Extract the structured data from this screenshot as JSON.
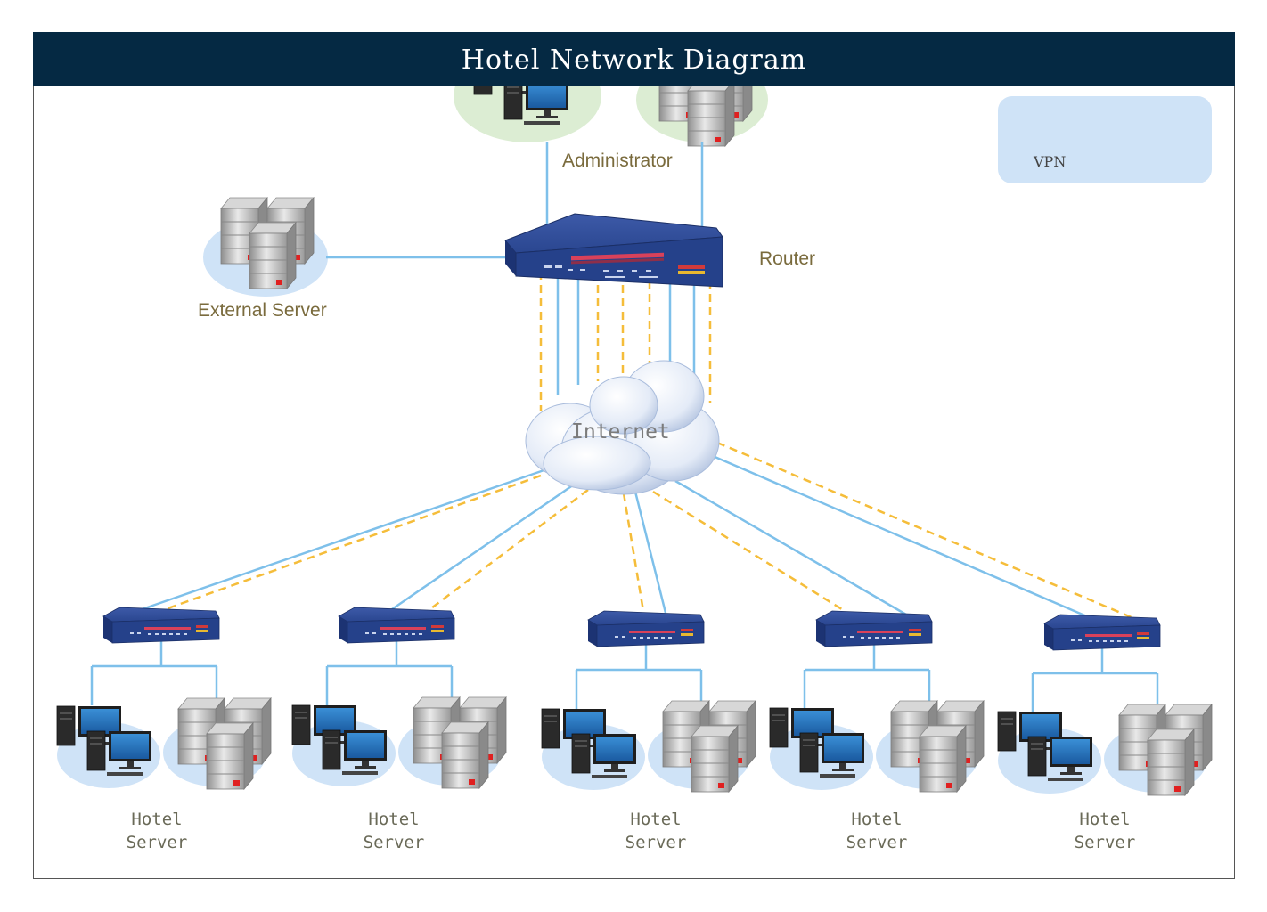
{
  "title": "Hotel Network Diagram",
  "labels": {
    "administrator": "Administrator",
    "router": "Router",
    "external_server": "External Server",
    "internet": "Internet"
  },
  "legend": {
    "solid_label": "",
    "dashed_label": "VPN"
  },
  "branches": [
    {
      "line1": "Hotel",
      "line2": "Server"
    },
    {
      "line1": "Hotel",
      "line2": "Server"
    },
    {
      "line1": "Hotel",
      "line2": "Server"
    },
    {
      "line1": "Hotel",
      "line2": "Server"
    },
    {
      "line1": "Hotel",
      "line2": "Server"
    }
  ],
  "colors": {
    "title_bar": "#052943",
    "solid_link": "#7ec0ea",
    "vpn_link": "#f5bd3a",
    "router_body": "#243f85",
    "node_bg": "#cfe3f7",
    "admin_bg": "#dcedd3",
    "label": "#7a6b3d"
  },
  "icons": {
    "router": "router-icon",
    "switch": "switch-icon",
    "server": "server-icon",
    "workstation": "computer-icon",
    "cloud": "cloud-icon"
  }
}
